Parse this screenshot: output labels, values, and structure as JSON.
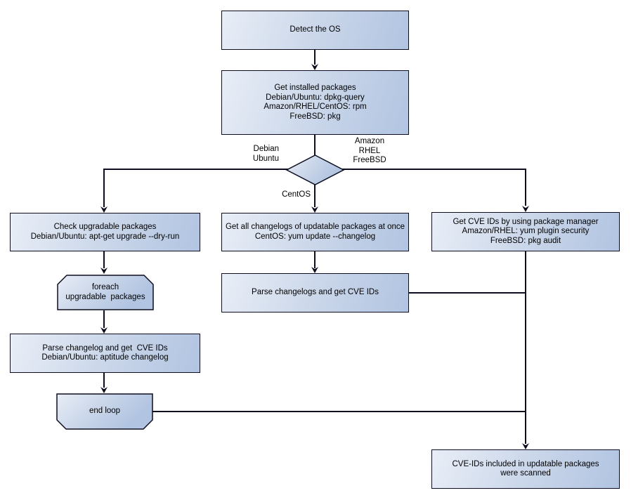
{
  "colors": {
    "background": "#ffffff",
    "node_border": "#0d0d1f",
    "connector": "#0d0d1f",
    "node_fill_light": "#e9eef7",
    "node_fill_mid": "#cbd7ea",
    "node_fill_dark": "#b1c4e1",
    "text": "#000000"
  },
  "nodes": {
    "detect_os": {
      "label": "Detect the OS"
    },
    "get_installed": {
      "label": "Get installed packages\nDebian/Ubuntu: dpkg-query\nAmazon/RHEL/CentOS: rpm\nFreeBSD: pkg"
    },
    "os_decision": {
      "label": ""
    },
    "check_upgradable": {
      "label": "Check upgradable packages\nDebian/Ubuntu: apt-get upgrade --dry-run"
    },
    "foreach_loop": {
      "label": "foreach\nupgradable  packages"
    },
    "parse_changelog_deb": {
      "label": "Parse changelog and get  CVE IDs\nDebian/Ubuntu: aptitude changelog"
    },
    "end_loop": {
      "label": "end loop"
    },
    "get_all_changelogs": {
      "label": "Get all changelogs of updatable packages at once\nCentOS: yum update --changelog"
    },
    "parse_changelogs": {
      "label": "Parse changelogs and get CVE IDs"
    },
    "get_cve_ids": {
      "label": "Get CVE IDs by using package manager\nAmazon/RHEL: yum plugin security\nFreeBSD: pkg audit"
    },
    "result": {
      "label": "CVE-IDs included in updatable packages\nwere scanned"
    }
  },
  "edge_labels": {
    "debian_ubuntu": "Debian\nUbuntu",
    "amazon_rhel_freebsd": "Amazon\nRHEL\nFreeBSD",
    "centos": "CentOS"
  }
}
